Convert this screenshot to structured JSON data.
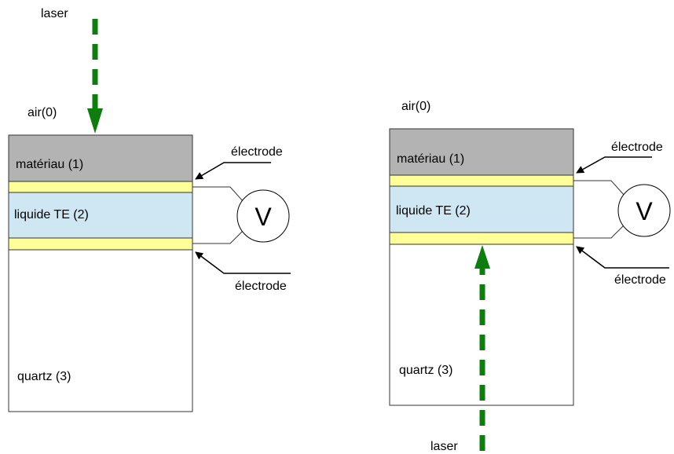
{
  "left_setup": {
    "laser": "laser",
    "air": "air(0)",
    "material": "matériau (1)",
    "liquid": "liquide TE (2)",
    "quartz": "quartz (3)",
    "electrode_top": "électrode",
    "electrode_bottom": "électrode",
    "voltmeter": "V"
  },
  "right_setup": {
    "laser": "laser",
    "air": "air(0)",
    "material": "matériau (1)",
    "liquid": "liquide TE (2)",
    "quartz": "quartz (3)",
    "electrode_top": "électrode",
    "electrode_bottom": "électrode",
    "voltmeter": "V"
  },
  "colors": {
    "material": "#b3b3b3",
    "electrode": "#ffff99",
    "liquid": "#cfe6f3",
    "laser": "#0d7d0d",
    "outline": "#333333"
  }
}
